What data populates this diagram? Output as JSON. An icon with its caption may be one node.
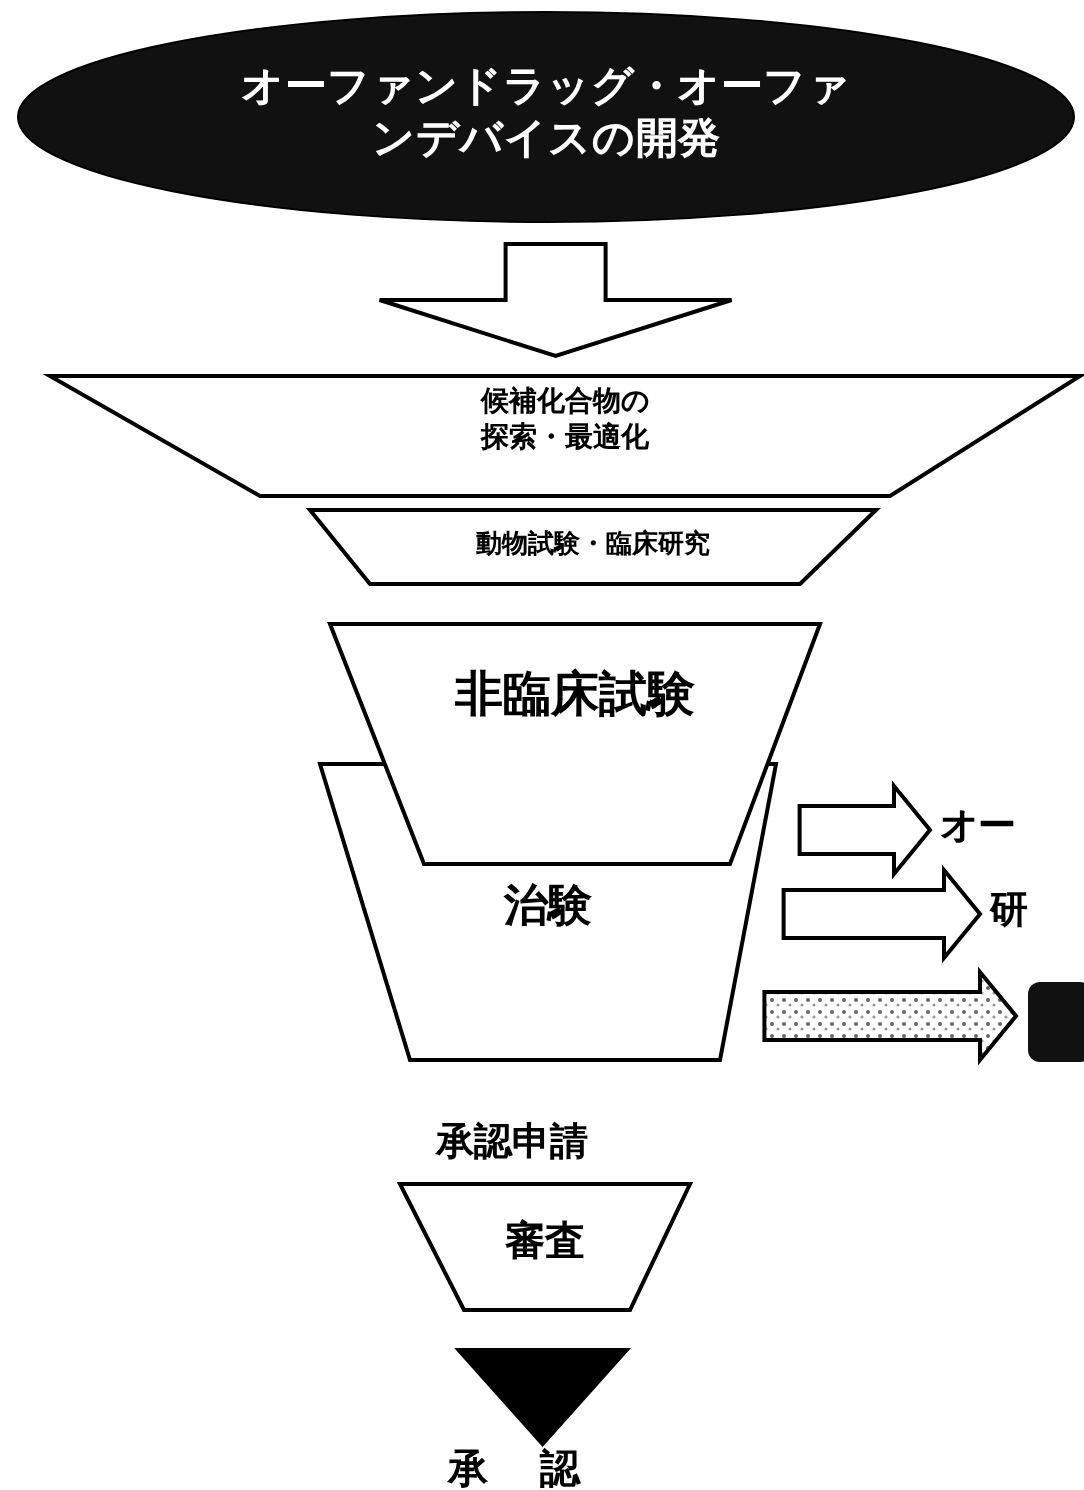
{
  "diagram": {
    "nodes": [
      {
        "text": [
          "オーファンドラッグ・オーファンデバイスの開発"
        ]
      },
      {
        "text": [
          "候補化合物の探索・最適化"
        ]
      },
      {
        "text": [
          "動物試験・臨床研究"
        ]
      },
      {
        "text": [
          "非臨床試験"
        ]
      },
      {
        "text": [
          "治験"
        ]
      },
      {
        "text": [
          "審査"
        ]
      },
      {
        "text": [
          "承認"
        ]
      },
      {
        "text": [
          "オー"
        ]
      },
      {
        "text": [
          "研"
        ]
      },
      {
        "text": [],
        "shape": "box"
      }
    ],
    "edges": [
      {
        "from": 0,
        "to": 1,
        "arrow": "to"
      },
      {
        "from": 5,
        "to": 6,
        "arrow": "to"
      },
      {
        "from": 4,
        "to": 7,
        "arrow": "to"
      },
      {
        "from": 4,
        "to": 8,
        "arrow": "to"
      },
      {
        "from": 4,
        "to": 9,
        "arrow": "to"
      }
    ],
    "labels": [
      "承認申請"
    ]
  }
}
